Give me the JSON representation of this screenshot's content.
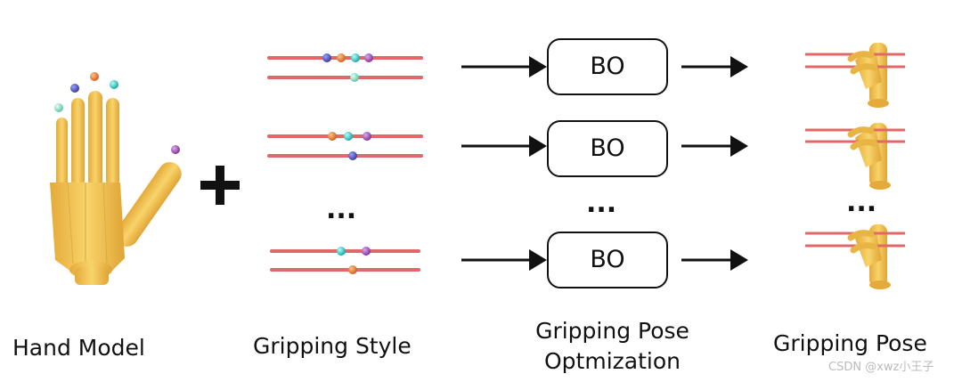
{
  "captions": {
    "hand_model": "Hand Model",
    "gripping_style": "Gripping Style",
    "pose_optimization_line1": "Gripping Pose",
    "pose_optimization_line2": "Optmization",
    "gripping_pose": "Gripping Pose"
  },
  "bo_boxes": [
    {
      "label": "BO"
    },
    {
      "label": "BO"
    },
    {
      "label": "BO"
    }
  ],
  "ellipsis": "...",
  "plus_symbol": "+",
  "watermark": "CSDN @xwz小王子",
  "colors": {
    "rod": "#e06868",
    "hand": "#f2c24e",
    "hand_shadow": "#d9a22d",
    "arrow": "#111111",
    "marker_blue": "#4a4fb0",
    "marker_orange": "#e8853a",
    "marker_teal": "#3ec7c2",
    "marker_purple": "#a058b4",
    "marker_mint": "#8fe6c8"
  },
  "icons": [
    "hand-model-icon",
    "plus-icon",
    "rod-pair-icon",
    "arrow-right-icon",
    "gripping-hand-icon"
  ]
}
